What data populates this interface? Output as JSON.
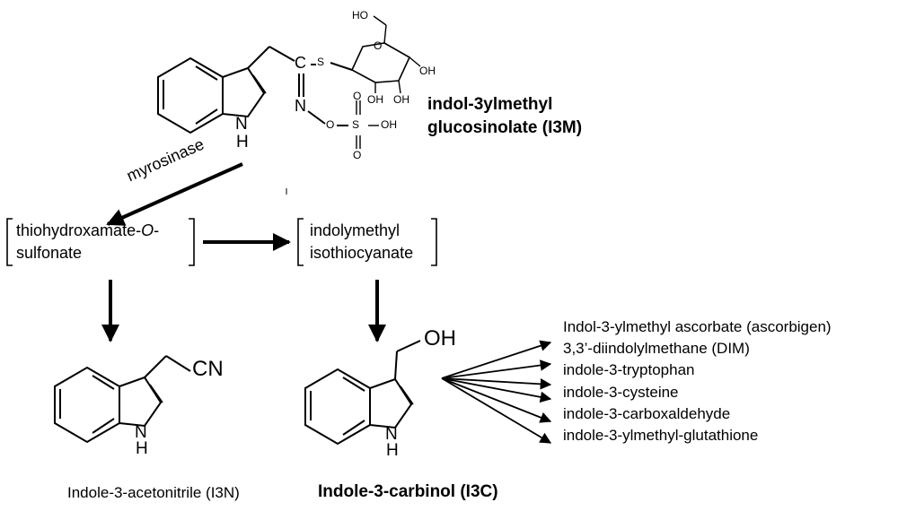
{
  "compounds": {
    "i3m": {
      "line1": "indol-3ylmethyl",
      "line2": "glucosinolate (I3M)"
    },
    "thiohydroxamate": {
      "line1_a": "thiohydroxamate-",
      "line1_b": "O",
      "line1_c": "-",
      "line2": "sulfonate"
    },
    "isothiocyanate": {
      "line1": "indolymethyl",
      "line2": "isothiocyanate"
    },
    "i3n": {
      "label": "Indole-3-acetonitrile (I3N)"
    },
    "i3c": {
      "label": "Indole-3-carbinol (I3C)"
    }
  },
  "enzyme": {
    "label": "myrosinase"
  },
  "atoms": {
    "nh": "H",
    "n": "N",
    "ho": "HO",
    "oh": "OH",
    "o": "O",
    "s": "S",
    "c": "C",
    "cn": "CN"
  },
  "products": [
    "Indol-3-ylmethyl ascorbate (ascorbigen)",
    "3,3’-diindolylmethane (DIM)",
    "indole-3-tryptophan",
    "indole-3-cysteine",
    "indole-3-carboxaldehyde",
    "indole-3-ylmethyl-glutathione"
  ],
  "colors": {
    "ink": "#000000",
    "background": "#ffffff"
  }
}
